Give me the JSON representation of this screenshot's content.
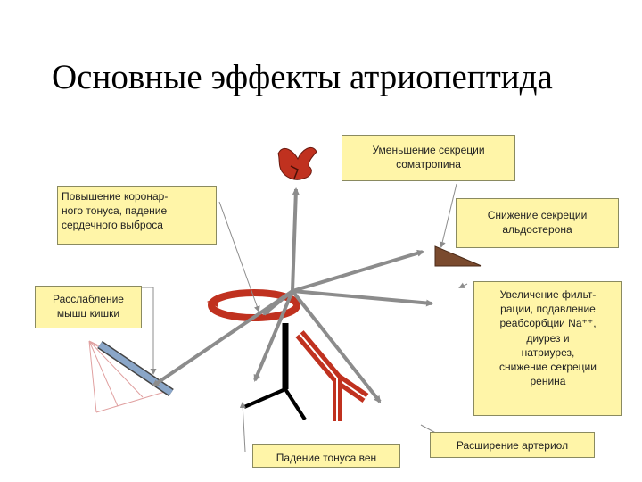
{
  "title": "Основные эффекты атриопептида",
  "effects": {
    "somatropin": "Уменьшение секреции\nсоматропина",
    "coronary": "Повышение коронар-\nного тонуса, падение\nсердечного выброса",
    "aldosterone": "Снижение секреции\nальдостерона",
    "intestine": "Расслабление\nмышц кишки",
    "kidney": "Увеличение фильт-\nрации, подавление\nреабсорбции Na⁺⁺,\nдиурез и\nнатриурез,\nснижение секреции\nренина",
    "veins": "Падение тонуса вен",
    "arterioles": "Расширение артериол"
  },
  "colors": {
    "box_fill": "#fff5a8",
    "arrow": "#8c8c8c",
    "red": "#c0311f",
    "brown": "#7a4a2e"
  }
}
